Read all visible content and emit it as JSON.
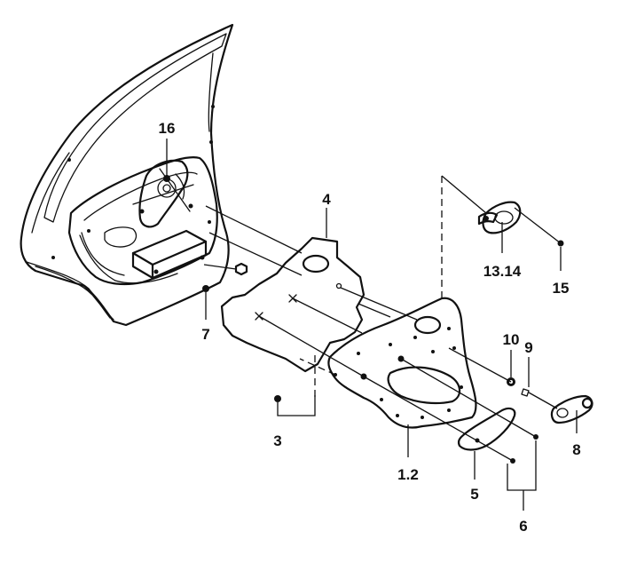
{
  "callouts": {
    "c16": "16",
    "c4": "4",
    "c7": "7",
    "c3": "3",
    "c12": "1.2",
    "c1314": "13.14",
    "c15": "15",
    "c10": "10",
    "c9": "9",
    "c8": "8",
    "c5": "5",
    "c6": "6"
  }
}
